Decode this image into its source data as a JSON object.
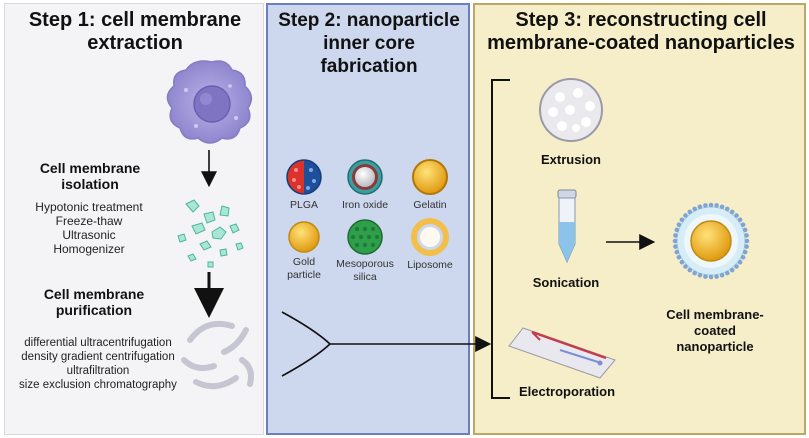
{
  "step1": {
    "title": "Step 1: cell membrane extraction",
    "isolation_heading": "Cell membrane isolation",
    "isolation_methods": [
      "Hypotonic treatment",
      "Freeze-thaw",
      "Ultrasonic",
      "Homogenizer"
    ],
    "purification_heading": "Cell membrane purification",
    "purification_methods": [
      "differential ultracentrifugation",
      "density gradient centrifugation",
      "ultrafiltration",
      "size exclusion chromatography"
    ]
  },
  "step2": {
    "title": "Step 2: nanoparticle inner core  fabrication",
    "cores": [
      "PLGA",
      "Iron oxide",
      "Gelatin",
      "Gold particle",
      "Mesoporous silica",
      "Liposome"
    ]
  },
  "step3": {
    "title": "Step 3: reconstructing cell membrane-coated nanoparticles",
    "methods": [
      "Extrusion",
      "Sonication",
      "Electroporation"
    ],
    "result": "Cell membrane-coated nanoparticle"
  },
  "colors": {
    "panel1_bg": "#f4f4f6",
    "panel2_bg": "#cdd7ee",
    "panel3_bg": "#f6eec9",
    "cell": "#9f98d6",
    "membrane_fragment": "#7fd3c0",
    "plga_red": "#e0403a",
    "plga_blue": "#2f6fc4",
    "gold": "#f0b323",
    "silica_green": "#2f9e4a"
  }
}
